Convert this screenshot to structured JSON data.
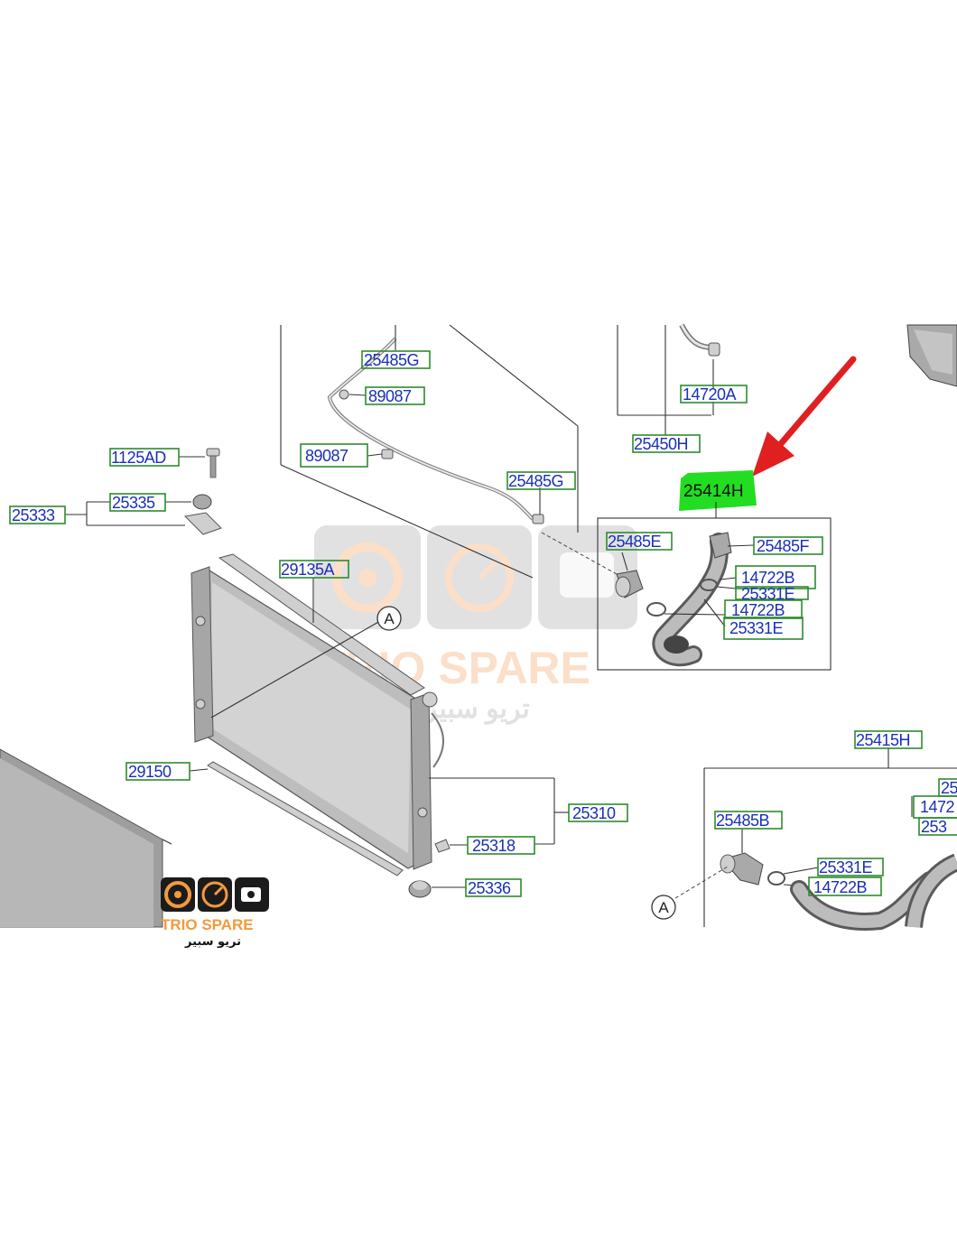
{
  "labels": {
    "p25485G_top": "25485G",
    "p89087_a": "89087",
    "p89087_b": "89087",
    "p25485G_mid": "25485G",
    "p14720A": "14720A",
    "p25450H": "25450H",
    "p25414H": "25414H",
    "p1125AD": "1125AD",
    "p25335": "25335",
    "p25333": "25333",
    "p29135A": "29135A",
    "p25485E": "25485E",
    "p25485F": "25485F",
    "p14722B_a": "14722B",
    "p25331E_a": "25331E",
    "p14722B_b": "14722B",
    "p25331E_b": "25331E",
    "p25415H": "25415H",
    "p29150": "29150",
    "p25310": "25310",
    "p25318": "25318",
    "p25336": "25336",
    "p25485B": "25485B",
    "p25331E_c": "25331E",
    "p14722B_c": "14722B",
    "p25_cut": "25",
    "p1472_cut": "1472",
    "p253_cut": "253",
    "ref_A1": "A",
    "ref_A2": "A"
  },
  "watermark": {
    "brand": "TRIO SPARE",
    "arabic": "تريو سبير"
  },
  "logo": {
    "brand": "TRIO SPARE",
    "arabic": "تريو سبير"
  },
  "colors": {
    "label_text": "#1a2fb8",
    "label_box": "#2e8b2e",
    "highlight": "#22dd22",
    "arrow": "#e02020",
    "brand_orange": "#f39a3c"
  },
  "icons": [
    "bolt-icon",
    "gauge-icon",
    "engine-icon"
  ]
}
